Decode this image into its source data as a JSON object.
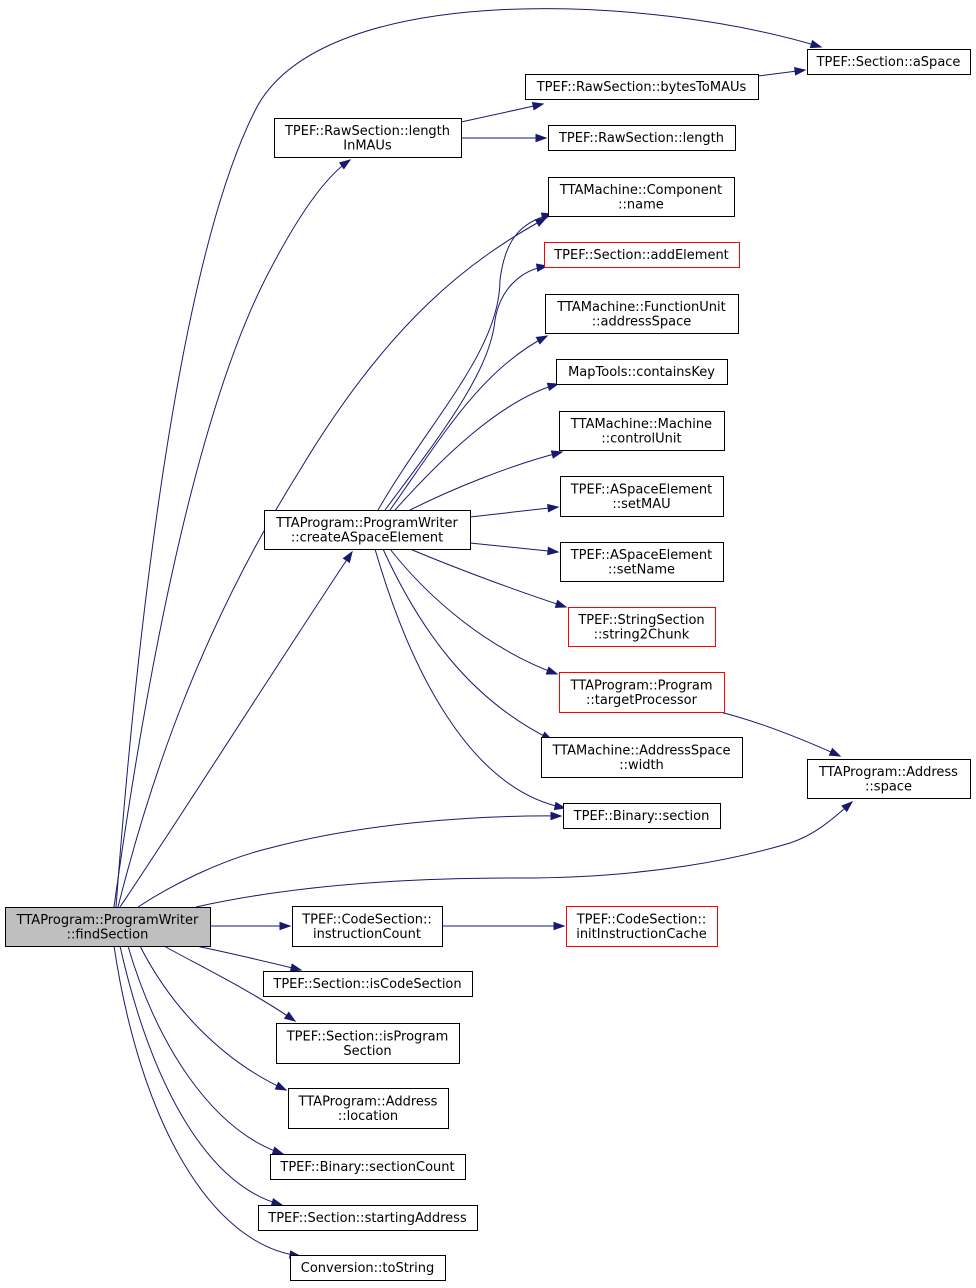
{
  "colors": {
    "edge": "#191970",
    "node_fill": "#ffffff",
    "node_border": "#000000",
    "node_border_truncated": "#ff0000",
    "root_fill": "#bfbfbf"
  },
  "nodes": [
    {
      "id": "root",
      "lines": [
        "TTAProgram::ProgramWriter",
        "::findSection"
      ],
      "style": "root"
    },
    {
      "id": "section_aspace",
      "lines": [
        "TPEF::Section::aSpace"
      ],
      "style": "normal"
    },
    {
      "id": "rawsection_lengthinmaus",
      "lines": [
        "TPEF::RawSection::length",
        "InMAUs"
      ],
      "style": "normal"
    },
    {
      "id": "rawsection_bytestomaus",
      "lines": [
        "TPEF::RawSection::bytesToMAUs"
      ],
      "style": "normal"
    },
    {
      "id": "rawsection_length",
      "lines": [
        "TPEF::RawSection::length"
      ],
      "style": "normal"
    },
    {
      "id": "component_name",
      "lines": [
        "TTAMachine::Component",
        "::name"
      ],
      "style": "normal"
    },
    {
      "id": "section_addelement",
      "lines": [
        "TPEF::Section::addElement"
      ],
      "style": "truncated"
    },
    {
      "id": "functionunit_addressspace",
      "lines": [
        "TTAMachine::FunctionUnit",
        "::addressSpace"
      ],
      "style": "normal"
    },
    {
      "id": "maptools_containskey",
      "lines": [
        "MapTools::containsKey"
      ],
      "style": "normal"
    },
    {
      "id": "machine_controlunit",
      "lines": [
        "TTAMachine::Machine",
        "::controlUnit"
      ],
      "style": "normal"
    },
    {
      "id": "programwriter_createaspaceelement",
      "lines": [
        "TTAProgram::ProgramWriter",
        "::createASpaceElement"
      ],
      "style": "normal"
    },
    {
      "id": "aspaceelement_setmau",
      "lines": [
        "TPEF::ASpaceElement",
        "::setMAU"
      ],
      "style": "normal"
    },
    {
      "id": "aspaceelement_setname",
      "lines": [
        "TPEF::ASpaceElement",
        "::setName"
      ],
      "style": "normal"
    },
    {
      "id": "stringsection_string2chunk",
      "lines": [
        "TPEF::StringSection",
        "::string2Chunk"
      ],
      "style": "truncated"
    },
    {
      "id": "program_targetprocessor",
      "lines": [
        "TTAProgram::Program",
        "::targetProcessor"
      ],
      "style": "truncated"
    },
    {
      "id": "addressspace_width",
      "lines": [
        "TTAMachine::AddressSpace",
        "::width"
      ],
      "style": "normal"
    },
    {
      "id": "address_space",
      "lines": [
        "TTAProgram::Address",
        "::space"
      ],
      "style": "normal"
    },
    {
      "id": "binary_section",
      "lines": [
        "TPEF::Binary::section"
      ],
      "style": "normal"
    },
    {
      "id": "codesection_instructioncount",
      "lines": [
        "TPEF::CodeSection::",
        "instructionCount"
      ],
      "style": "normal"
    },
    {
      "id": "codesection_initinstructioncache",
      "lines": [
        "TPEF::CodeSection::",
        "initInstructionCache"
      ],
      "style": "truncated"
    },
    {
      "id": "section_iscodesection",
      "lines": [
        "TPEF::Section::isCodeSection"
      ],
      "style": "normal"
    },
    {
      "id": "section_isprogramsection",
      "lines": [
        "TPEF::Section::isProgram",
        "Section"
      ],
      "style": "normal"
    },
    {
      "id": "address_location",
      "lines": [
        "TTAProgram::Address",
        "::location"
      ],
      "style": "normal"
    },
    {
      "id": "binary_sectioncount",
      "lines": [
        "TPEF::Binary::sectionCount"
      ],
      "style": "normal"
    },
    {
      "id": "section_startingaddress",
      "lines": [
        "TPEF::Section::startingAddress"
      ],
      "style": "normal"
    },
    {
      "id": "conversion_tostring",
      "lines": [
        "Conversion::toString"
      ],
      "style": "normal"
    }
  ],
  "edges": [
    {
      "from": "root",
      "to": "section_aspace"
    },
    {
      "from": "root",
      "to": "rawsection_lengthinmaus"
    },
    {
      "from": "root",
      "to": "programwriter_createaspaceelement"
    },
    {
      "from": "root",
      "to": "binary_section"
    },
    {
      "from": "root",
      "to": "address_space"
    },
    {
      "from": "root",
      "to": "codesection_instructioncount"
    },
    {
      "from": "root",
      "to": "section_iscodesection"
    },
    {
      "from": "root",
      "to": "section_isprogramsection"
    },
    {
      "from": "root",
      "to": "address_location"
    },
    {
      "from": "root",
      "to": "binary_sectioncount"
    },
    {
      "from": "root",
      "to": "section_startingaddress"
    },
    {
      "from": "root",
      "to": "conversion_tostring"
    },
    {
      "from": "root",
      "to": "component_name"
    },
    {
      "from": "rawsection_lengthinmaus",
      "to": "rawsection_bytestomaus"
    },
    {
      "from": "rawsection_lengthinmaus",
      "to": "rawsection_length"
    },
    {
      "from": "rawsection_bytestomaus",
      "to": "section_aspace"
    },
    {
      "from": "programwriter_createaspaceelement",
      "to": "component_name"
    },
    {
      "from": "programwriter_createaspaceelement",
      "to": "section_addelement"
    },
    {
      "from": "programwriter_createaspaceelement",
      "to": "functionunit_addressspace"
    },
    {
      "from": "programwriter_createaspaceelement",
      "to": "maptools_containskey"
    },
    {
      "from": "programwriter_createaspaceelement",
      "to": "machine_controlunit"
    },
    {
      "from": "programwriter_createaspaceelement",
      "to": "aspaceelement_setmau"
    },
    {
      "from": "programwriter_createaspaceelement",
      "to": "aspaceelement_setname"
    },
    {
      "from": "programwriter_createaspaceelement",
      "to": "stringsection_string2chunk"
    },
    {
      "from": "programwriter_createaspaceelement",
      "to": "program_targetprocessor"
    },
    {
      "from": "programwriter_createaspaceelement",
      "to": "addressspace_width"
    },
    {
      "from": "programwriter_createaspaceelement",
      "to": "binary_section"
    },
    {
      "from": "program_targetprocessor",
      "to": "address_space"
    },
    {
      "from": "codesection_instructioncount",
      "to": "codesection_initinstructioncache"
    }
  ]
}
